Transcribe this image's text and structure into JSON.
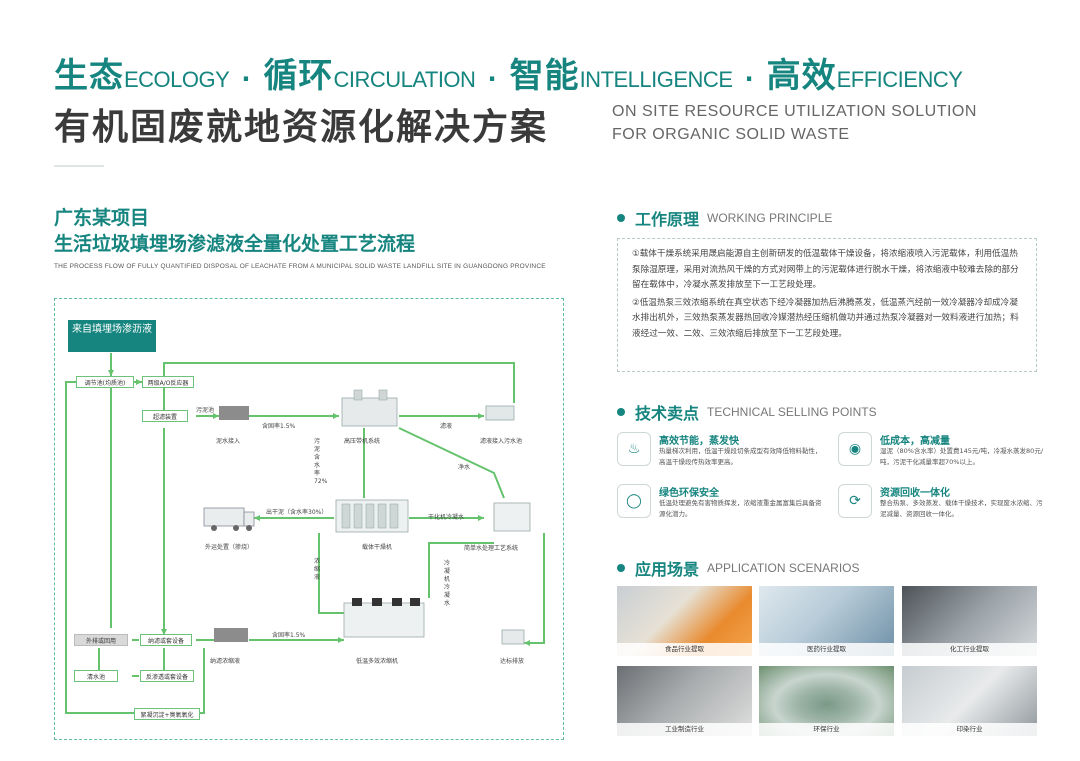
{
  "header": {
    "pillars": [
      {
        "cn": "生态",
        "en": "ECOLOGY"
      },
      {
        "cn": "循环",
        "en": "CIRCULATION"
      },
      {
        "cn": "智能",
        "en": "INTELLIGENCE"
      },
      {
        "cn": "高效",
        "en": "EFFICIENCY"
      }
    ],
    "separator": "·",
    "title_cn": "有机固废就地资源化解决方案",
    "title_en_line1": "ON SITE RESOURCE UTILIZATION SOLUTION",
    "title_en_line2": "FOR ORGANIC SOLID WASTE"
  },
  "project": {
    "title_line1": "广东某项目",
    "title_line2": "生活垃圾填埋场渗滤液全量化处置工艺流程",
    "subtitle": "THE PROCESS FLOW OF FULLY QUANTIFIED DISPOSAL OF LEACHATE FROM A MUNICIPAL SOLID WASTE LANDFILL SITE IN GUANGDONG PROVINCE"
  },
  "flow": {
    "source": "来自填埋场渗沥液",
    "n_tiaojie": "调节池(均质池)",
    "n_ao": "两级A/O反应器",
    "n_chaolv": "超滤装置",
    "n_wunichi": "污泥池",
    "n_nishui": "泥水接入",
    "n_hanshui1": "含固率1.5%",
    "n_gaoya": "高压带机系统",
    "n_lvye": "滤液",
    "n_lvyepai": "滤液接入污水池",
    "n_wunihanshui": "污泥含水率72%",
    "n_jingshui": "净水",
    "n_chugan": "出干泥（含水率30%）",
    "n_waiyun": "外运处置（掺烧）",
    "n_zaiti": "载体干燥机",
    "n_ganhua": "干化机冷凝水",
    "n_jianyi": "简单水处理工艺系统",
    "n_nongsuo": "浓缩液",
    "n_lengning": "冷凝机冷凝水",
    "n_waipai": "外排或回用",
    "n_nalv": "纳滤或套设备",
    "n_nalvnong": "纳滤浓缩液",
    "n_hanshui2": "含固率1.5%",
    "n_diwen": "低温多效浓缩机",
    "n_dabiao": "达标排放",
    "n_qingshui": "清水池",
    "n_fanshen": "反渗透或套设备",
    "n_zhenhuang": "絮凝沉淀+臭氧氧化"
  },
  "working": {
    "cn": "工作原理",
    "en": "WORKING PRINCIPLE",
    "p1": "①载体干燥系统采用晟启能源自主创新研发的低温载体干燥设备，将浓缩液喷入污泥载体，利用低温热泵除湿原理，采用对流热风干燥的方式对网带上的污泥载体进行脱水干燥，将浓缩液中较难去除的部分留在载体中，冷凝水蒸发排放至下一工艺段处理。",
    "p2": "②低温热泵三效浓缩系统在真空状态下经冷凝器加热后沸腾蒸发，低温蒸汽经前一效冷凝器冷却成冷凝水排出机外，三效热泵蒸发器热回收冷媒潜热经压缩机做功并通过热泵冷凝器对一效料液进行加热；料液经过一效、二效、三效浓缩后排放至下一工艺段处理。"
  },
  "selling": {
    "cn": "技术卖点",
    "en": "TECHNICAL SELLING POINTS",
    "items": [
      {
        "title": "高效节能，蒸发快",
        "desc": "热量梯次利用，低温干燥段切条成型有效降低物料黏性，高温干燥段传热效率更高。",
        "icon": "thermometer-icon"
      },
      {
        "title": "低成本，高减量",
        "desc": "湿泥（80%含水率）处置费145元/吨，冷凝水蒸发80元/吨，污泥干化减量率超70%以上。",
        "icon": "coins-icon"
      },
      {
        "title": "绿色环保安全",
        "desc": "低温处理避免有害物质挥发，浓缩液重金属富集后具备资源化潜力。",
        "icon": "shield-icon"
      },
      {
        "title": "资源回收一体化",
        "desc": "整合热泵、多效蒸发、载体干燥技术，实现废水浓缩、污泥减量、资源回收一体化。",
        "icon": "cycle-icon"
      }
    ]
  },
  "scenarios": {
    "cn": "应用场景",
    "en": "APPLICATION SCENARIOS",
    "items": [
      "食品行业提取",
      "医药行业提取",
      "化工行业提取",
      "工业制造行业",
      "环保行业",
      "印染行业"
    ]
  }
}
